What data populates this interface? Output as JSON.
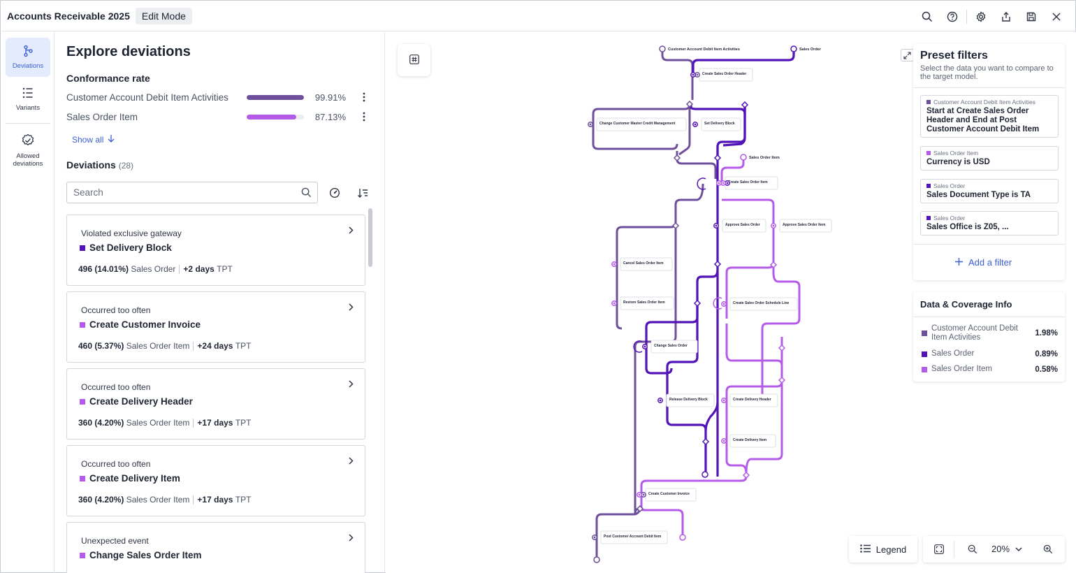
{
  "header": {
    "title": "Accounts Receivable 2025",
    "mode": "Edit Mode",
    "icons": [
      "search-icon",
      "help-icon",
      "settings-icon",
      "share-icon",
      "save-icon",
      "close-icon"
    ]
  },
  "nav": {
    "items": [
      {
        "label": "Deviations",
        "icon": "deviations-icon",
        "active": true
      },
      {
        "label": "Variants",
        "icon": "variants-icon",
        "active": false
      },
      {
        "label": "Allowed deviations",
        "icon": "allowed-deviations-icon",
        "active": false
      }
    ]
  },
  "panel": {
    "title": "Explore deviations",
    "conformance_title": "Conformance rate",
    "conformance": [
      {
        "name": "Customer Account Debit Item Activities",
        "value": "99.91%",
        "fraction": 0.9991,
        "color": "#6e4f9b"
      },
      {
        "name": "Sales Order Item",
        "value": "87.13%",
        "fraction": 0.8713,
        "color": "#b45be8"
      }
    ],
    "show_all": "Show all",
    "deviations_title": "Deviations",
    "deviations_count": "(28)",
    "search_placeholder": "Search",
    "cards": [
      {
        "type": "Violated exclusive gateway",
        "name": "Set Delivery Block",
        "color": "#5213b8",
        "count": "496 (14.01%)",
        "object": "Sales Order",
        "days": "+2 days",
        "tpt": "TPT"
      },
      {
        "type": "Occurred too often",
        "name": "Create Customer Invoice",
        "color": "#b45be8",
        "count": "460 (5.37%)",
        "object": "Sales Order Item",
        "days": "+24 days",
        "tpt": "TPT"
      },
      {
        "type": "Occurred too often",
        "name": "Create Delivery Header",
        "color": "#b45be8",
        "count": "360 (4.20%)",
        "object": "Sales Order Item",
        "days": "+17 days",
        "tpt": "TPT"
      },
      {
        "type": "Occurred too often",
        "name": "Create Delivery Item",
        "color": "#b45be8",
        "count": "360 (4.20%)",
        "object": "Sales Order Item",
        "days": "+17 days",
        "tpt": "TPT"
      },
      {
        "type": "Unexpected event",
        "name": "Change Sales Order Item",
        "color": "#b45be8",
        "count": "",
        "object": "",
        "days": "",
        "tpt": ""
      }
    ]
  },
  "canvas": {
    "colors": {
      "cadia": "#6e4f9b",
      "so": "#5213b8",
      "soi": "#b45be8"
    },
    "start_nodes": [
      {
        "label": "Customer Account Debit Item Activities"
      },
      {
        "label": "Sales Order"
      },
      {
        "label": "Sales Order Item"
      }
    ],
    "activities": [
      {
        "label": "Create Sales Order Header"
      },
      {
        "label": "Change Customer Master Credit Management"
      },
      {
        "label": "Set Delivery Block"
      },
      {
        "label": "Create Sales Order Item"
      },
      {
        "label": "Approve Sales Order"
      },
      {
        "label": "Approve Sales Order Item"
      },
      {
        "label": "Cancel Sales Order Item"
      },
      {
        "label": "Restore Sales Order Item"
      },
      {
        "label": "Create Sales Order Schedule Line"
      },
      {
        "label": "Change Sales Order"
      },
      {
        "label": "Release Delivery Block"
      },
      {
        "label": "Create Delivery Header"
      },
      {
        "label": "Create Delivery Item"
      },
      {
        "label": "Create Customer Invoice"
      },
      {
        "label": "Post Customer Account Debit Item"
      }
    ],
    "preset": {
      "title": "Preset filters",
      "subtitle": "Select the data you want to compare to the target model.",
      "filters": [
        {
          "source": "Customer Account Debit Item Activities",
          "text": "Start at Create Sales Order Header and End at Post Customer Account Debit Item",
          "color": "#6e4f9b"
        },
        {
          "source": "Sales Order Item",
          "text": "Currency is USD",
          "color": "#b45be8"
        },
        {
          "source": "Sales Order",
          "text": "Sales Document Type is TA",
          "color": "#5213b8"
        },
        {
          "source": "Sales Order",
          "text": "Sales Office is Z05, ...",
          "color": "#5213b8"
        }
      ],
      "add_filter": "Add a filter"
    },
    "coverage": {
      "title": "Data & Coverage Info",
      "rows": [
        {
          "label": "Customer Account Debit Item Activities",
          "value": "1.98%",
          "color": "#6e4f9b"
        },
        {
          "label": "Sales Order",
          "value": "0.89%",
          "color": "#5213b8"
        },
        {
          "label": "Sales Order Item",
          "value": "0.58%",
          "color": "#b45be8"
        }
      ]
    },
    "legend_label": "Legend",
    "zoom": "20%"
  }
}
